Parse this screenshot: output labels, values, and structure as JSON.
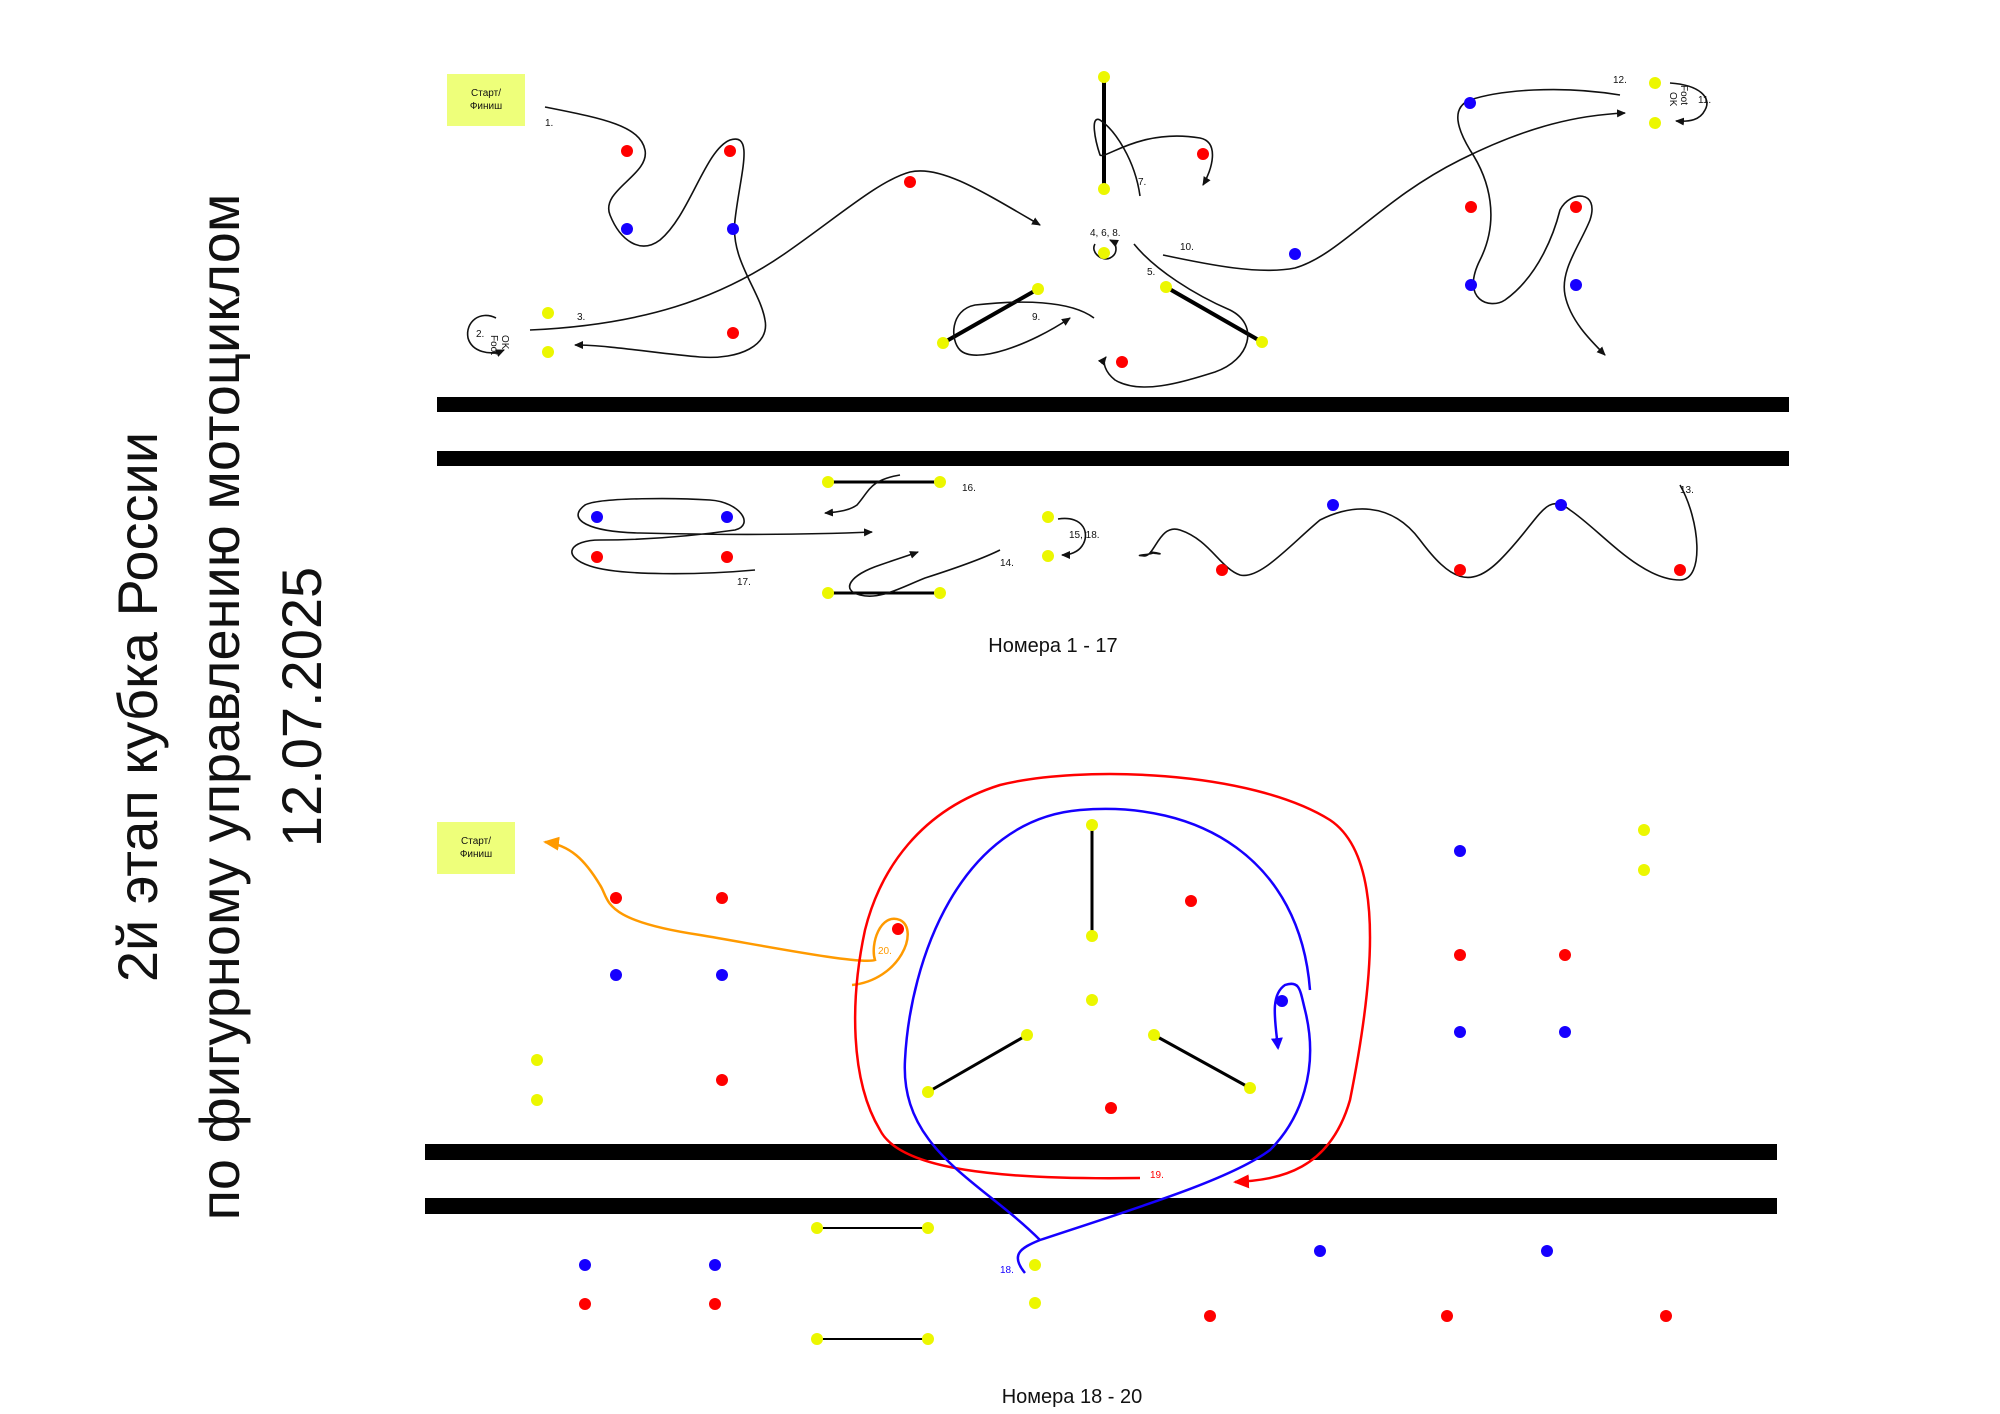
{
  "title": {
    "line1": "2й этап кубка России",
    "line2": "по фигурному управлению мотоциклом",
    "line3": "12.07.2025"
  },
  "scheme1": {
    "start_label_1": "Старт/",
    "start_label_2": "Финиш",
    "caption": "Номера 1 - 17",
    "labels": {
      "n1": "1.",
      "n2": "2.",
      "n3": "3.",
      "n4": "4, 6, 8.",
      "n5": "5.",
      "n7": "7.",
      "n9": "9.",
      "n10": "10.",
      "n11": "11.",
      "n12": "12.",
      "n13": "13.",
      "n14": "14.",
      "n15": "15, 18.",
      "n16": "16.",
      "n17": "17.",
      "foot_ok_a": "Foot",
      "foot_ok_b": "OK"
    }
  },
  "scheme2": {
    "start_label_1": "Старт/",
    "start_label_2": "Финиш",
    "caption": "Номера 18 - 20",
    "labels": {
      "n18": "18.",
      "n19": "19.",
      "n20": "20."
    }
  },
  "colors": {
    "red": "#ff0000",
    "blue": "#1600ff",
    "yellow": "#ecf700",
    "start_box": "#eeff7a",
    "route_orange": "#ff9a00",
    "route_red": "#ff0000",
    "route_blue": "#1600ff"
  }
}
